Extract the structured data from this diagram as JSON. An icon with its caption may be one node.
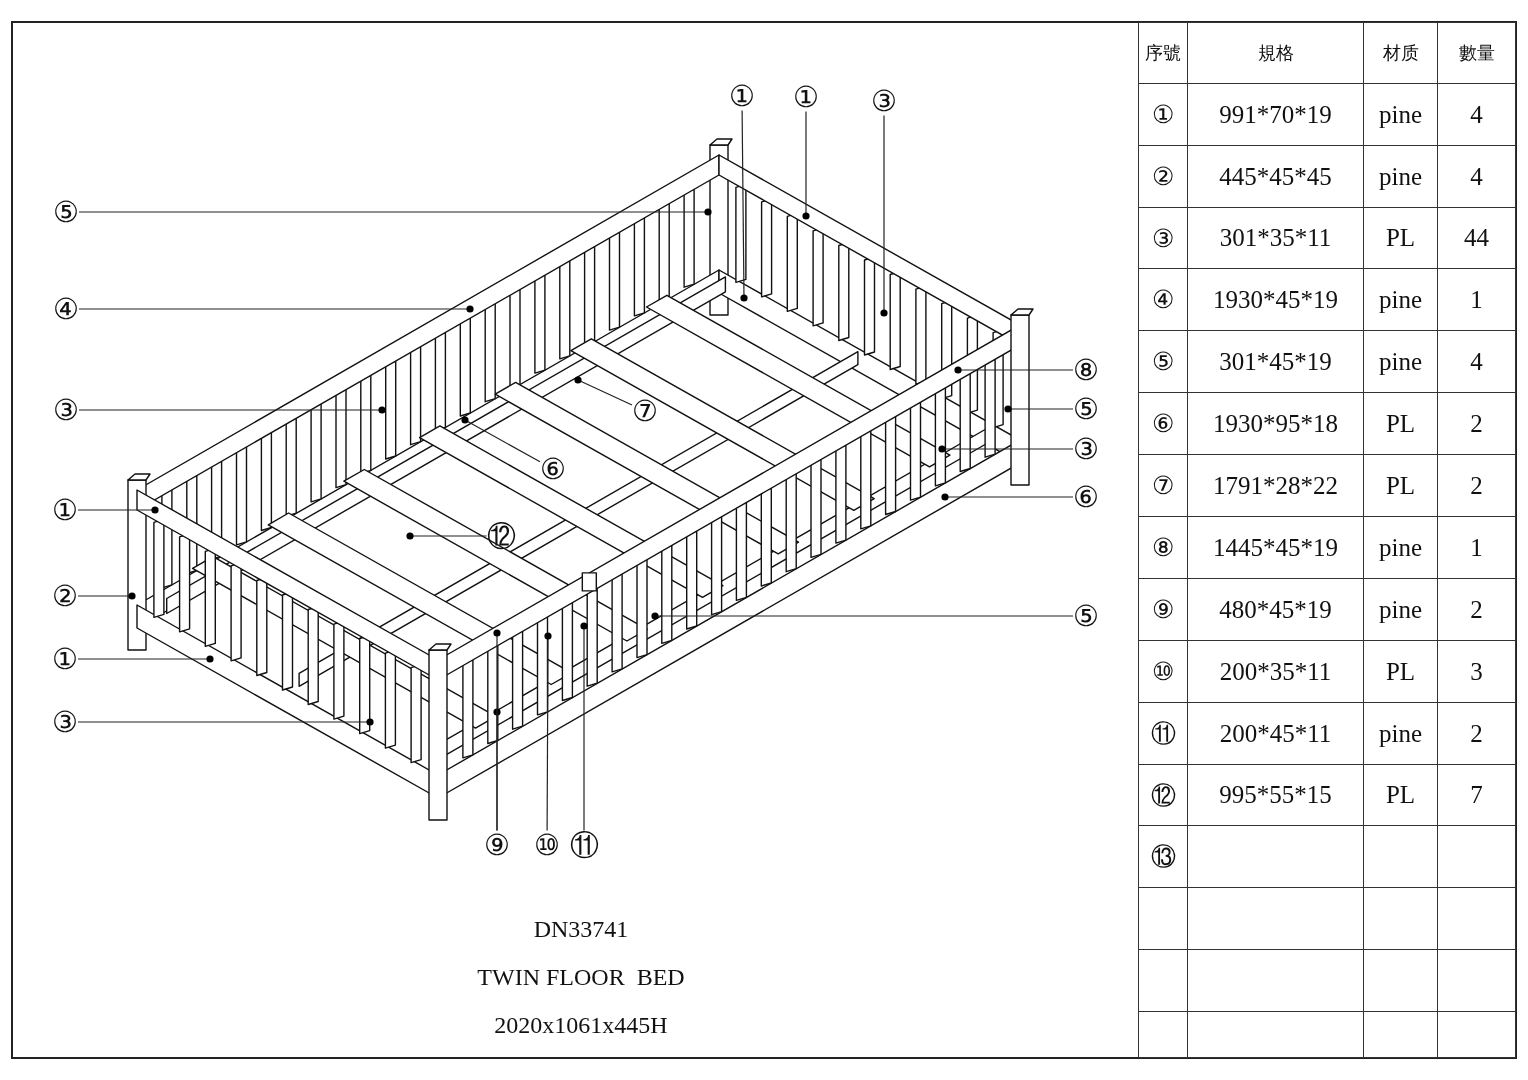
{
  "diagram": {
    "nodes": [
      {
        "text": [
          "①"
        ]
      },
      {
        "text": [
          "①"
        ]
      },
      {
        "text": [
          "③"
        ]
      },
      {
        "text": [
          "⑤"
        ]
      },
      {
        "text": [
          "④"
        ]
      },
      {
        "text": [
          "③"
        ]
      },
      {
        "text": [
          "①"
        ]
      },
      {
        "text": [
          "②"
        ]
      },
      {
        "text": [
          "①"
        ]
      },
      {
        "text": [
          "③"
        ]
      },
      {
        "text": [
          "⑦"
        ]
      },
      {
        "text": [
          "⑥"
        ]
      },
      {
        "text": [
          "⑫"
        ]
      },
      {
        "text": [
          "⑧"
        ]
      },
      {
        "text": [
          "⑤"
        ]
      },
      {
        "text": [
          "③"
        ]
      },
      {
        "text": [
          "⑥"
        ]
      },
      {
        "text": [
          "⑤"
        ]
      },
      {
        "text": [
          "⑨"
        ]
      },
      {
        "text": [
          "⑩"
        ]
      },
      {
        "text": [
          "⑪"
        ]
      }
    ],
    "edges": [
      {
        "from": 0,
        "to": null,
        "arrow": "other"
      },
      {
        "from": 1,
        "to": null,
        "arrow": "other"
      },
      {
        "from": 2,
        "to": null,
        "arrow": "other"
      },
      {
        "from": 3,
        "to": null,
        "arrow": "other"
      },
      {
        "from": 4,
        "to": null,
        "arrow": "other"
      },
      {
        "from": 5,
        "to": null,
        "arrow": "other"
      },
      {
        "from": 6,
        "to": null,
        "arrow": "other"
      },
      {
        "from": 7,
        "to": null,
        "arrow": "other"
      },
      {
        "from": 8,
        "to": null,
        "arrow": "other"
      },
      {
        "from": 9,
        "to": null,
        "arrow": "other"
      },
      {
        "from": 10,
        "to": null,
        "arrow": "other"
      },
      {
        "from": 11,
        "to": null,
        "arrow": "other"
      },
      {
        "from": 12,
        "to": null,
        "arrow": "other"
      },
      {
        "from": 13,
        "to": null,
        "arrow": "other"
      },
      {
        "from": 14,
        "to": null,
        "arrow": "other"
      },
      {
        "from": 15,
        "to": null,
        "arrow": "other"
      },
      {
        "from": 16,
        "to": null,
        "arrow": "other"
      },
      {
        "from": 17,
        "to": null,
        "arrow": "other"
      },
      {
        "from": 18,
        "to": null,
        "arrow": "other"
      },
      {
        "from": 18,
        "to": null,
        "arrow": "other"
      },
      {
        "from": 19,
        "to": null,
        "arrow": "other"
      },
      {
        "from": 20,
        "to": null,
        "arrow": "other"
      }
    ],
    "labels": [
      "序號",
      "規格",
      "材质",
      "數量",
      "①",
      "991*70*19",
      "pine",
      "4",
      "②",
      "445*45*45",
      "pine",
      "4",
      "③",
      "301*35*11",
      "PL",
      "44",
      "④",
      "1930*45*19",
      "pine",
      "1",
      "⑤",
      "301*45*19",
      "pine",
      "4",
      "⑥",
      "1930*95*18",
      "PL",
      "2",
      "⑦",
      "1791*28*22",
      "PL",
      "2",
      "⑧",
      "1445*45*19",
      "pine",
      "1",
      "⑨",
      "480*45*19",
      "pine",
      "2",
      "⑩",
      "200*35*11",
      "PL",
      "3",
      "⑪",
      "200*45*11",
      "pine",
      "2",
      "⑫",
      "995*55*15",
      "PL",
      "7",
      "⑬",
      "DN33741",
      "TWIN FLOOR  BED",
      "2020x1061x445H"
    ]
  }
}
